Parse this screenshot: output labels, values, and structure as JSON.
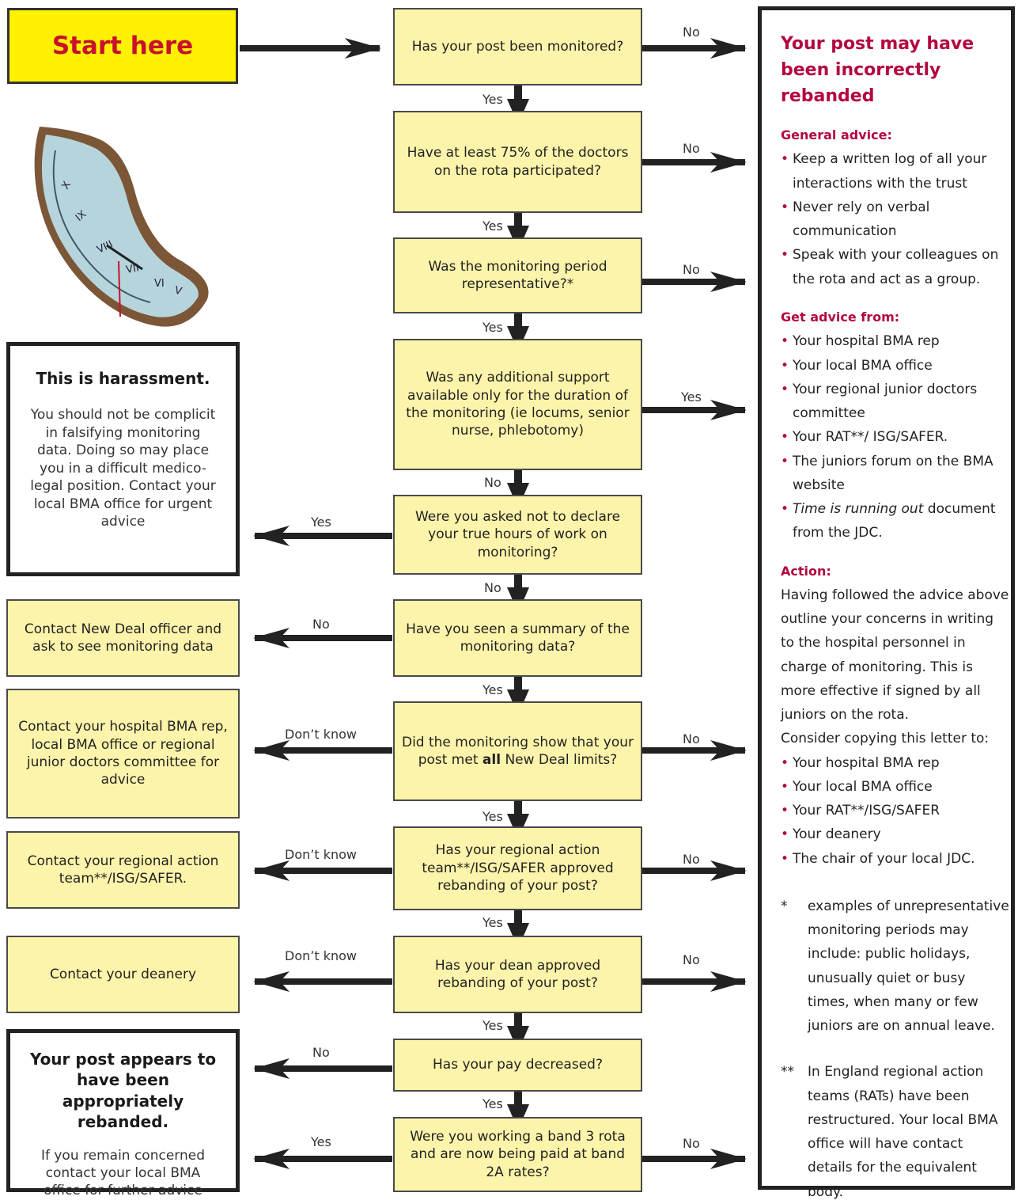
{
  "start": {
    "label": "Start here"
  },
  "questions": {
    "q1": "Has your post been monitored?",
    "q2": "Have at least 75% of the doctors on the rota participated?",
    "q3": "Was the monitoring period representative?*",
    "q4": "Was any additional support available only for the duration of the monitoring (ie locums, senior nurse, phlebotomy)",
    "q5": "Were you asked not to declare your true hours of work on monitoring?",
    "q6": "Have you seen a summary of the monitoring data?",
    "q7_a": "Did the monitoring show that your post met ",
    "q7_b": "all",
    "q7_c": " New Deal limits?",
    "q8": "Has your regional action team**/ISG/SAFER approved rebanding of your post?",
    "q9": "Has your dean approved rebanding of your post?",
    "q10": "Has your pay decreased?",
    "q11": "Were you working a band 3 rota and are now being paid at band 2A rates?"
  },
  "labels": {
    "yes": "Yes",
    "no": "No",
    "dont_know": "Don’t know"
  },
  "outcomes": {
    "harassment_title": "This is harassment.",
    "harassment_body": "You should not be complicit in falsifying monitoring data. Doing so may place you in a difficult medico-legal position. Contact your local BMA office for urgent advice",
    "new_deal_officer": "Contact New Deal officer and ask to see monitoring data",
    "contact_rep": "Contact your hospital BMA rep, local BMA office or regional junior doctors committee for advice",
    "contact_rat": "Contact your  regional action team**/ISG/SAFER.",
    "contact_deanery": "Contact your deanery",
    "appropriate_title": "Your post appears to have been appropriately rebanded.",
    "appropriate_body": "If you remain concerned contact your local BMA office for further advice"
  },
  "panel": {
    "title": "Your post may have been incorrectly rebanded",
    "general_heading": "General advice:",
    "general_items": [
      "Keep a written log of all your interactions with the trust",
      "Never rely on verbal communication",
      "Speak with your colleagues on the rota and act as a group."
    ],
    "advice_heading": "Get advice from:",
    "advice_items": [
      "Your hospital BMA rep",
      "Your local BMA office",
      "Your regional junior doctors committee",
      "Your RAT**/ ISG/SAFER.",
      "The juniors forum on the BMA website"
    ],
    "advice_last_italic": "Time is running out",
    "advice_last_rest": " document from the JDC.",
    "action_heading": "Action:",
    "action_text": "Having followed the advice above outline your concerns in writing to the hospital personnel in charge of monitoring. This is more effective if signed by all juniors on the rota.",
    "copy_intro": "Consider copying this letter to:",
    "copy_items": [
      "Your hospital BMA rep",
      "Your local BMA office",
      "Your RAT**/ISG/SAFER",
      "Your deanery",
      "The chair of your local JDC."
    ],
    "footnote1_mark": "*",
    "footnote1": "examples of unrepresentative monitoring periods may include: public holidays, unusually quiet or busy times, when many or few juniors are on annual leave.",
    "footnote2_mark": "**",
    "footnote2": "In England regional action teams (RATs) have been restructured. Your local BMA office will have contact details for the equivalent body."
  },
  "colors": {
    "question_fill": "#fdf4ab",
    "start_fill": "#fff100",
    "accent": "#b3083e",
    "arrow": "#222222"
  }
}
